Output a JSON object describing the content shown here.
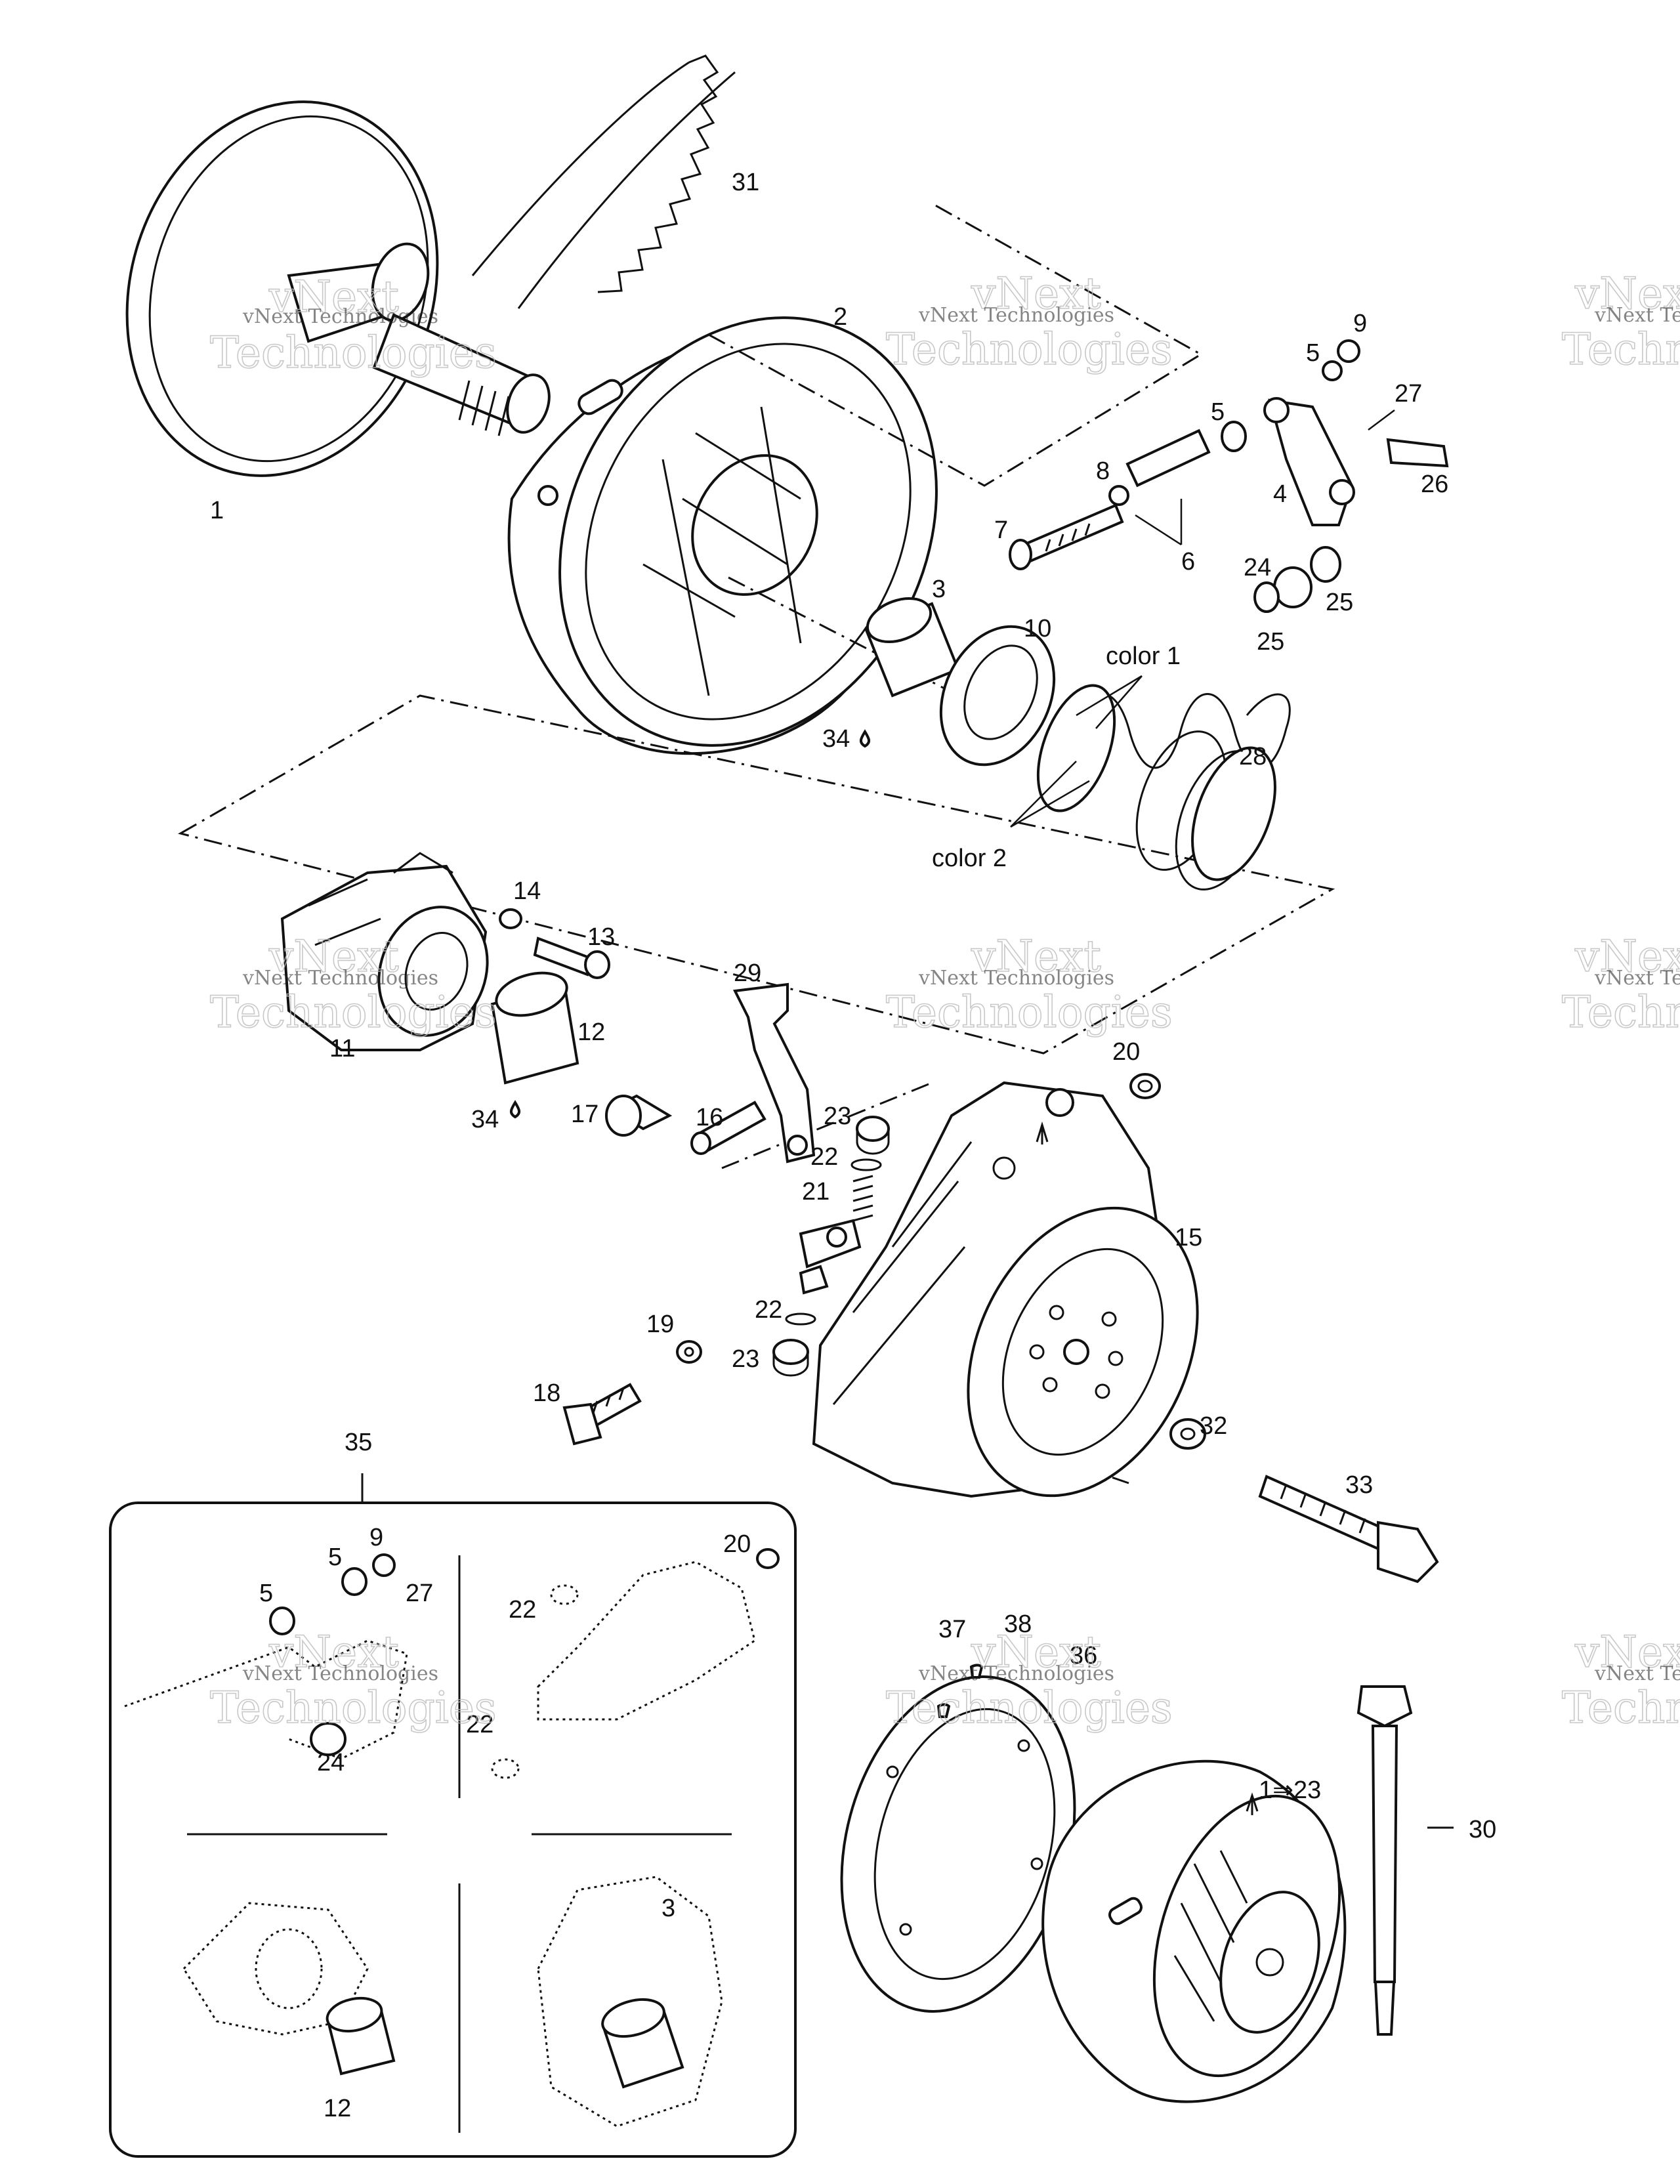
{
  "labels": {
    "p1": "1",
    "p2": "2",
    "p3": "3",
    "p3b": "3",
    "p4": "4",
    "p5a": "5",
    "p5b": "5",
    "p5c": "5",
    "p5d": "5",
    "p6": "6",
    "p7": "7",
    "p8": "8",
    "p9a": "9",
    "p9b": "9",
    "p10": "10",
    "p11": "11",
    "p12a": "12",
    "p12b": "12",
    "p13": "13",
    "p14": "14",
    "p15": "15",
    "p16": "16",
    "p17": "17",
    "p18": "18",
    "p19": "19",
    "p20a": "20",
    "p20b": "20",
    "p21": "21",
    "p22a": "22",
    "p22b": "22",
    "p22c": "22",
    "p22d": "22",
    "p23a": "23",
    "p23b": "23",
    "p24a": "24",
    "p24b": "24",
    "p25a": "25",
    "p25b": "25",
    "p26": "26",
    "p27a": "27",
    "p27b": "27",
    "p28": "28",
    "p29": "29",
    "p30": "30",
    "p31": "31",
    "p32": "32",
    "p33": "33",
    "p34a": "34",
    "p34b": "34",
    "p35": "35",
    "p36": "36",
    "p37": "37",
    "p38": "38",
    "range": "1⇒23",
    "color1": "color 1",
    "color2": "color 2"
  },
  "watermark": {
    "small": "vNext Technologies",
    "big_top": "vNext",
    "big_bottom": "Technologies"
  }
}
